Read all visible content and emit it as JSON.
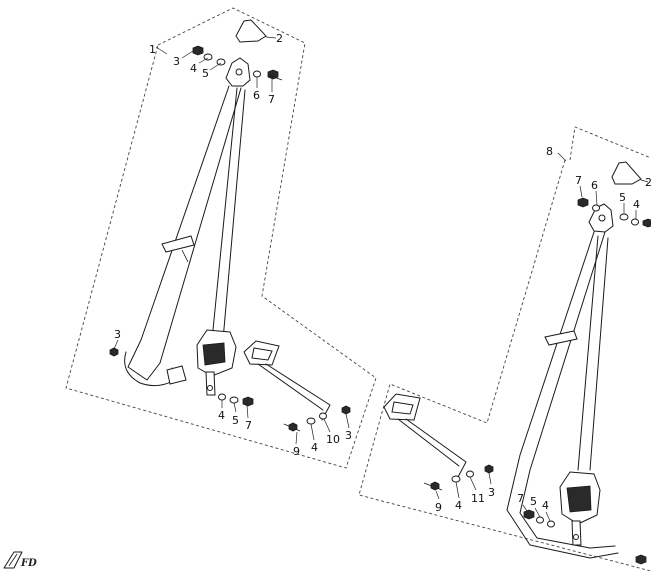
{
  "logo": {
    "text": "FD"
  },
  "assembly_left": {
    "callouts": [
      "1",
      "2",
      "3",
      "4",
      "5",
      "6",
      "7",
      "3",
      "4",
      "5",
      "7",
      "9",
      "4",
      "10",
      "3"
    ]
  },
  "assembly_right": {
    "callouts": [
      "8",
      "2",
      "7",
      "6",
      "5",
      "4",
      "9",
      "4",
      "11",
      "3",
      "7",
      "5",
      "4"
    ]
  }
}
